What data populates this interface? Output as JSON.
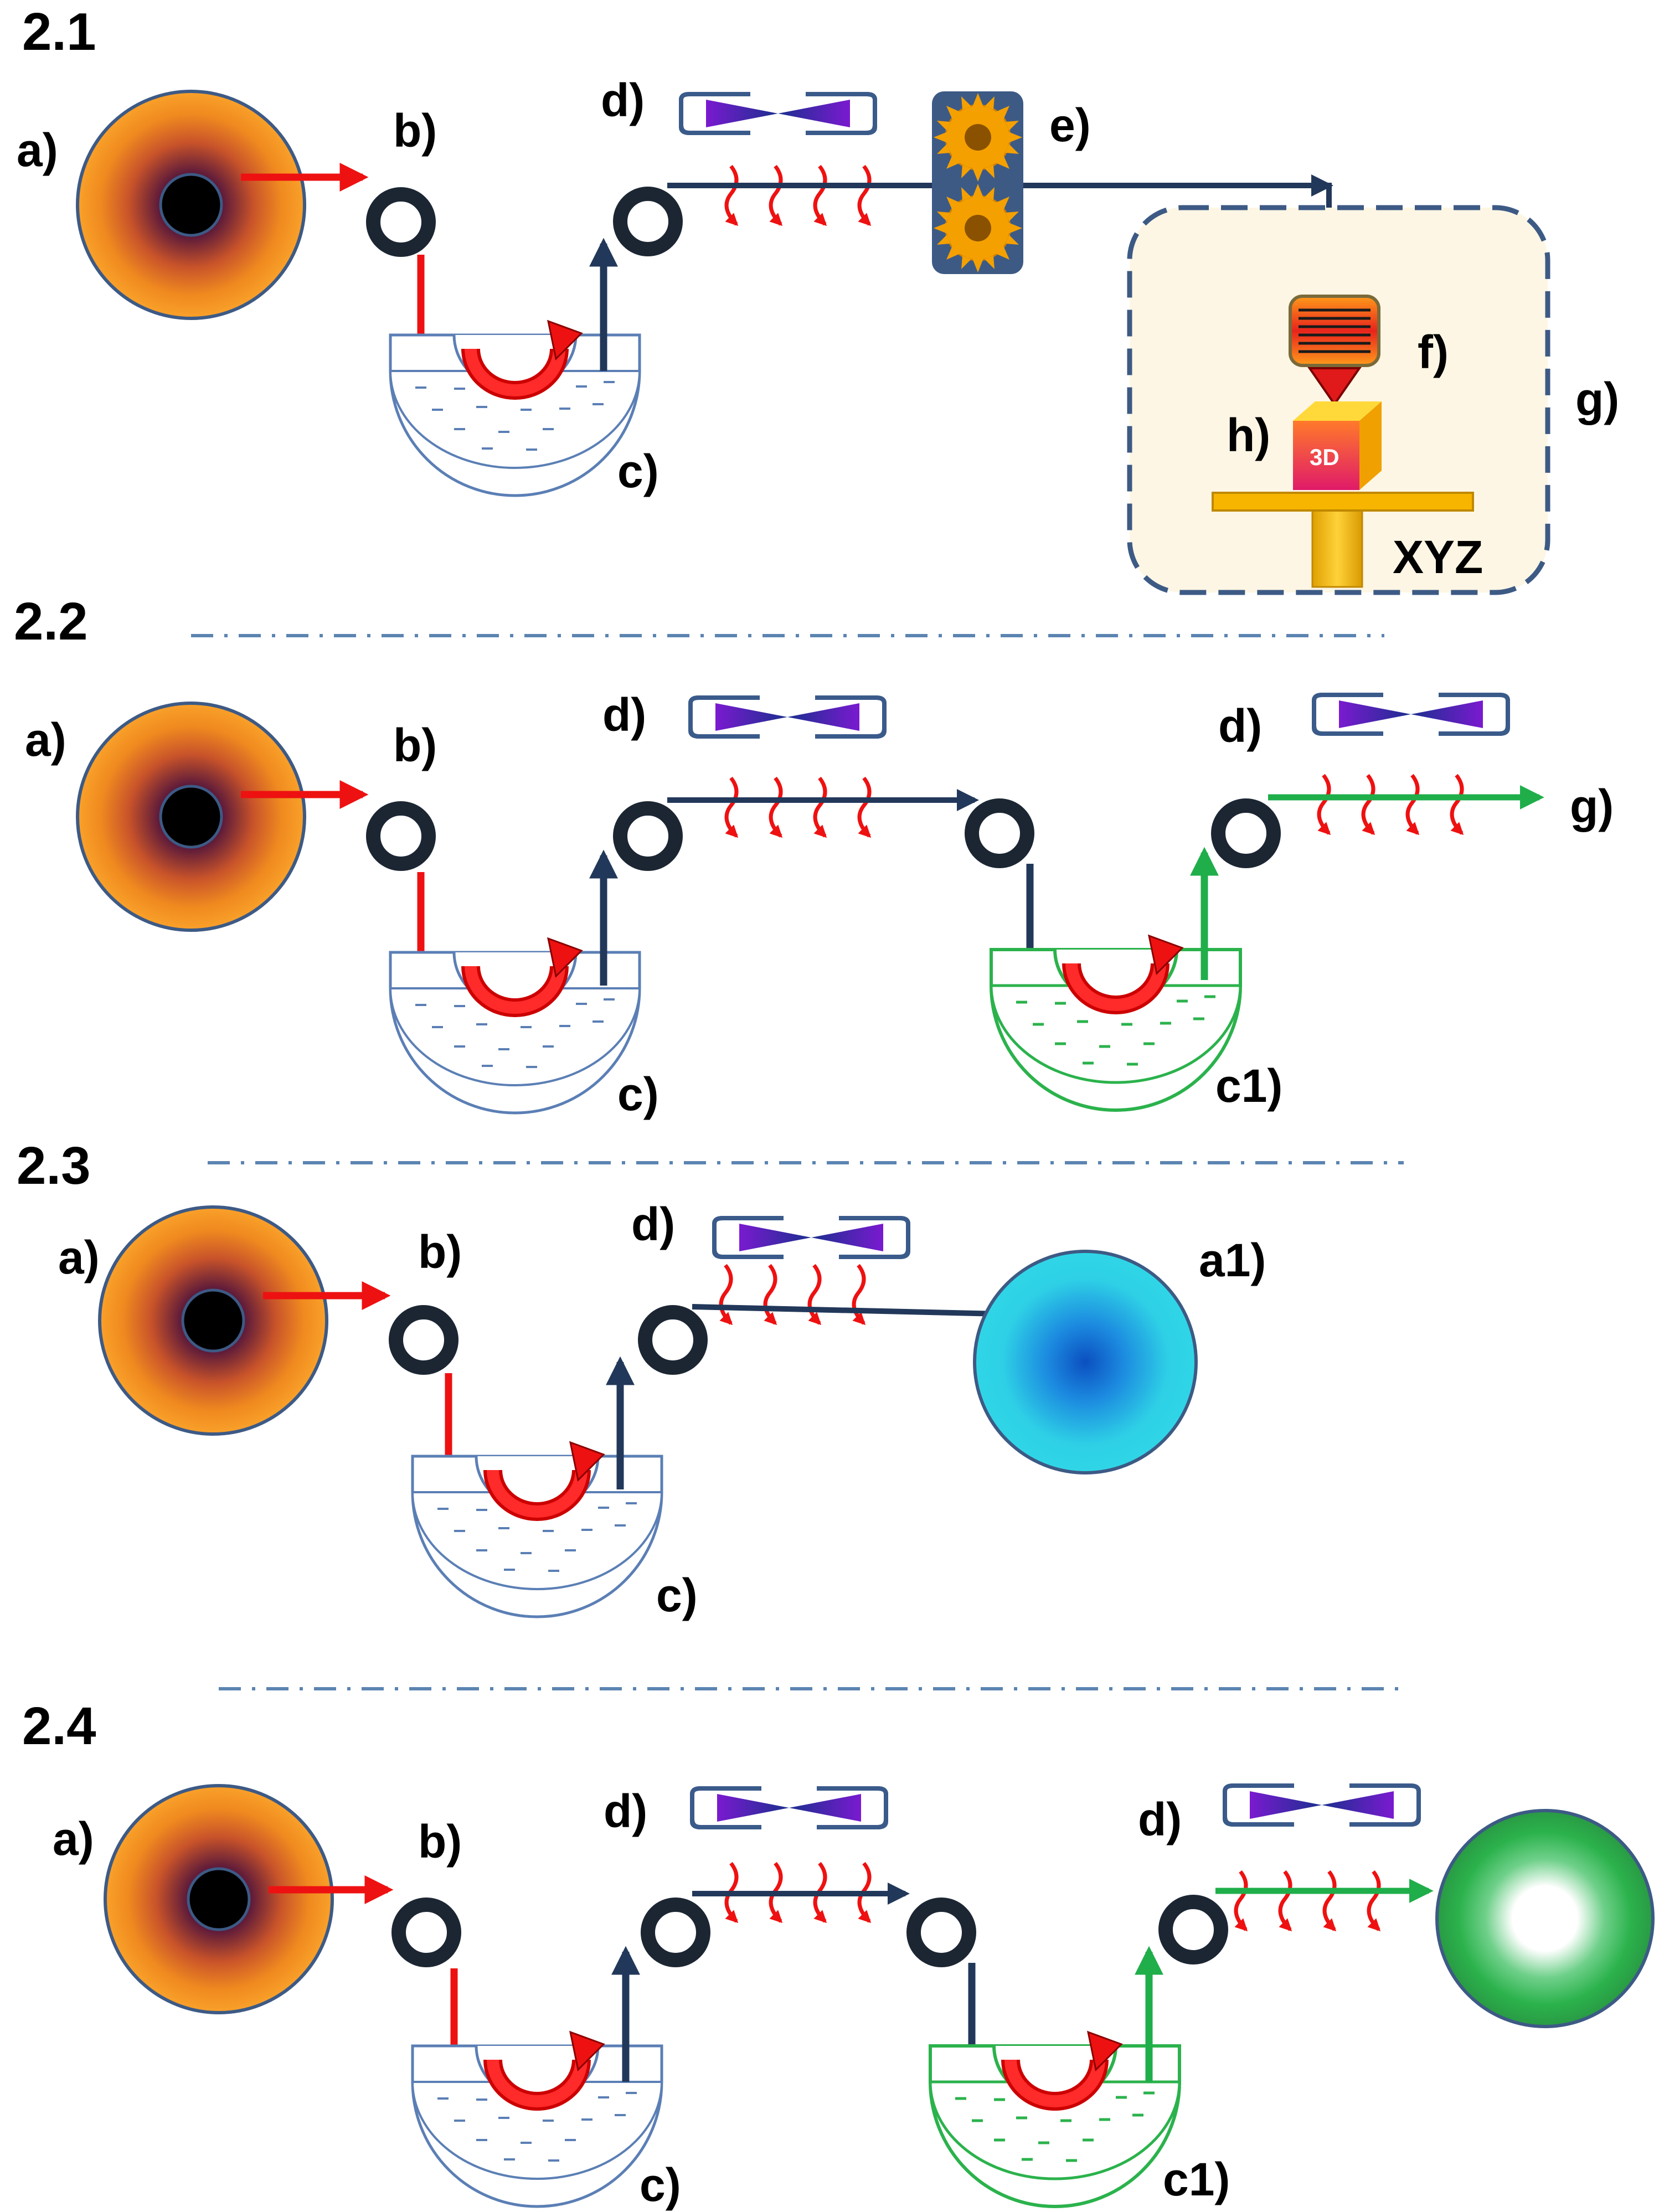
{
  "colors": {
    "red_arrow": "#ee1111",
    "navy_arrow": "#22385a",
    "green_arrow": "#1fae4a",
    "orange": "#f7941d",
    "spool_core": "#000000",
    "bath_outline": "#5b7fb5",
    "bath_green": "#2bb24c",
    "separator": "#5b84b1",
    "dryer_fill": "#3d2fb5",
    "printer_panel": "#fdf6e4"
  },
  "sections": [
    {
      "id": "2.1",
      "labels": {
        "a": "a)",
        "b": "b)",
        "c": "c)",
        "d": "d)",
        "e": "e)",
        "f": "f)",
        "g": "g)",
        "h": "h)",
        "xyz": "XYZ",
        "print3d": "3D"
      }
    },
    {
      "id": "2.2",
      "labels": {
        "a": "a)",
        "b": "b)",
        "c": "c)",
        "d": "d)",
        "c1": "c1)",
        "d2": "d)",
        "g": "g)"
      }
    },
    {
      "id": "2.3",
      "labels": {
        "a": "a)",
        "b": "b)",
        "c": "c)",
        "d": "d)",
        "a1": "a1)"
      }
    },
    {
      "id": "2.4",
      "labels": {
        "a": "a)",
        "b": "b)",
        "c": "c)",
        "d": "d)",
        "c1": "c1)",
        "d2": "d)"
      }
    }
  ],
  "icons": [
    "spool-icon",
    "roller-icon",
    "bath-icon",
    "dryer-icon",
    "heat-wave-icon",
    "gear-icon",
    "print-head-icon",
    "build-plate-icon",
    "blue-spool-icon",
    "green-spool-icon"
  ]
}
